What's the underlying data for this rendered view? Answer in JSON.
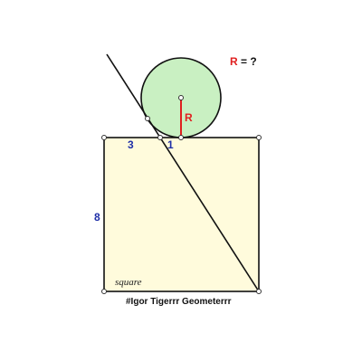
{
  "question": {
    "variable": "R",
    "rest": " = ?"
  },
  "labels": {
    "segment_left": "3",
    "segment_right": "1",
    "side": "8",
    "radius": "R",
    "shape_name": "square"
  },
  "footer": "#Igor Tigerrr Geometerrr",
  "colors": {
    "square_fill": "#fffbdc",
    "circle_fill": "#c9f0c2",
    "radius_line": "#e02020",
    "label_blue": "#1f2fa8",
    "label_red": "#e02020"
  }
}
